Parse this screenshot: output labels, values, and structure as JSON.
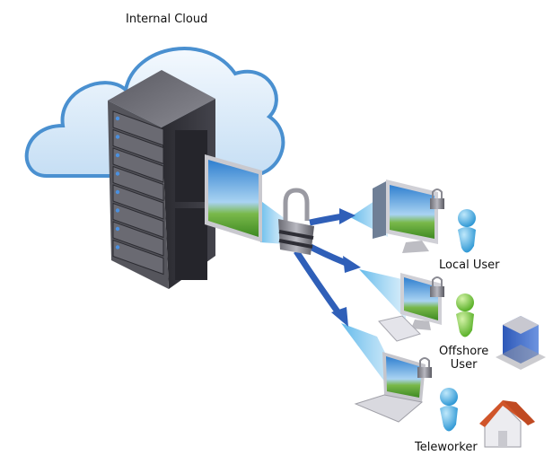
{
  "diagram": {
    "title": "Internal Cloud",
    "source": {
      "name": "server-rack",
      "description": "Virtual desktop server rack inside the internal cloud"
    },
    "security": {
      "icon": "padlock-icon"
    },
    "endpoints": [
      {
        "id": "local-user",
        "label": "Local User",
        "device": "desktop-tower-monitor",
        "user_color": "#2a9fd8",
        "location_icon": null
      },
      {
        "id": "offshore-user",
        "label_lines": [
          "Offshore",
          "User"
        ],
        "label": "Offshore User",
        "device": "desktop-monitor-keyboard",
        "user_color": "#5cb82a",
        "location_icon": "office-building-icon"
      },
      {
        "id": "teleworker",
        "label": "Teleworker",
        "device": "laptop",
        "user_color": "#2a9fd8",
        "location_icon": "house-icon"
      }
    ],
    "colors": {
      "cloud_fill": "#d6e9f8",
      "cloud_stroke": "#4a90d0",
      "arrow": "#2f5fb8",
      "beam": "#8ccbf0",
      "rack": "#3a3a40",
      "screen_sky": "#5a9fd8",
      "screen_grass": "#4f9a2a"
    }
  }
}
